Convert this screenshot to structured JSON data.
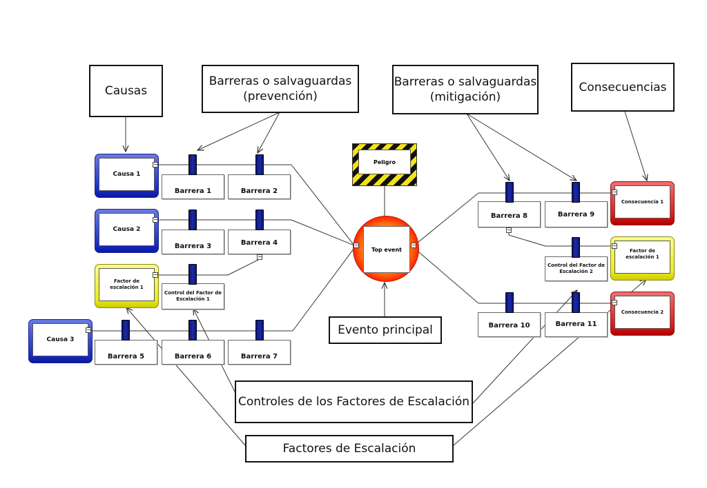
{
  "callouts": {
    "causas": "Causas",
    "barreras_prevencion": "Barreras o salvaguardas\n(prevención)",
    "barreras_mitigacion": "Barreras o salvaguardas\n(mitigación)",
    "consecuencias": "Consecuencias",
    "evento_principal": "Evento principal",
    "controles": "Controles de los Factores de Escalación",
    "factores": "Factores de Escalación"
  },
  "hazard": {
    "label": "Peligro"
  },
  "top_event": {
    "label": "Top event"
  },
  "causes": [
    "Causa 1",
    "Causa 2",
    "Causa 3"
  ],
  "escalation_factors": [
    "Factor de escalación 1",
    "Factor de escalación 1"
  ],
  "escalation_controls": [
    "Control del Factor de Escalación 1",
    "Control del Factor de Escalación 2"
  ],
  "consequences": [
    "Consecuencia 1",
    "Consecuencia 2"
  ],
  "barriers": [
    "Barrera 1",
    "Barrera 2",
    "Barrera 3",
    "Barrera 4",
    "Barrera 5",
    "Barrera 6",
    "Barrera 7",
    "Barrera 8",
    "Barrera 9",
    "Barrera 10",
    "Barrera 11"
  ],
  "colors": {
    "cause": "#1a2fc8",
    "consequence": "#e01818",
    "escalation": "#eded1a",
    "barrier_post": "#0c1670"
  }
}
